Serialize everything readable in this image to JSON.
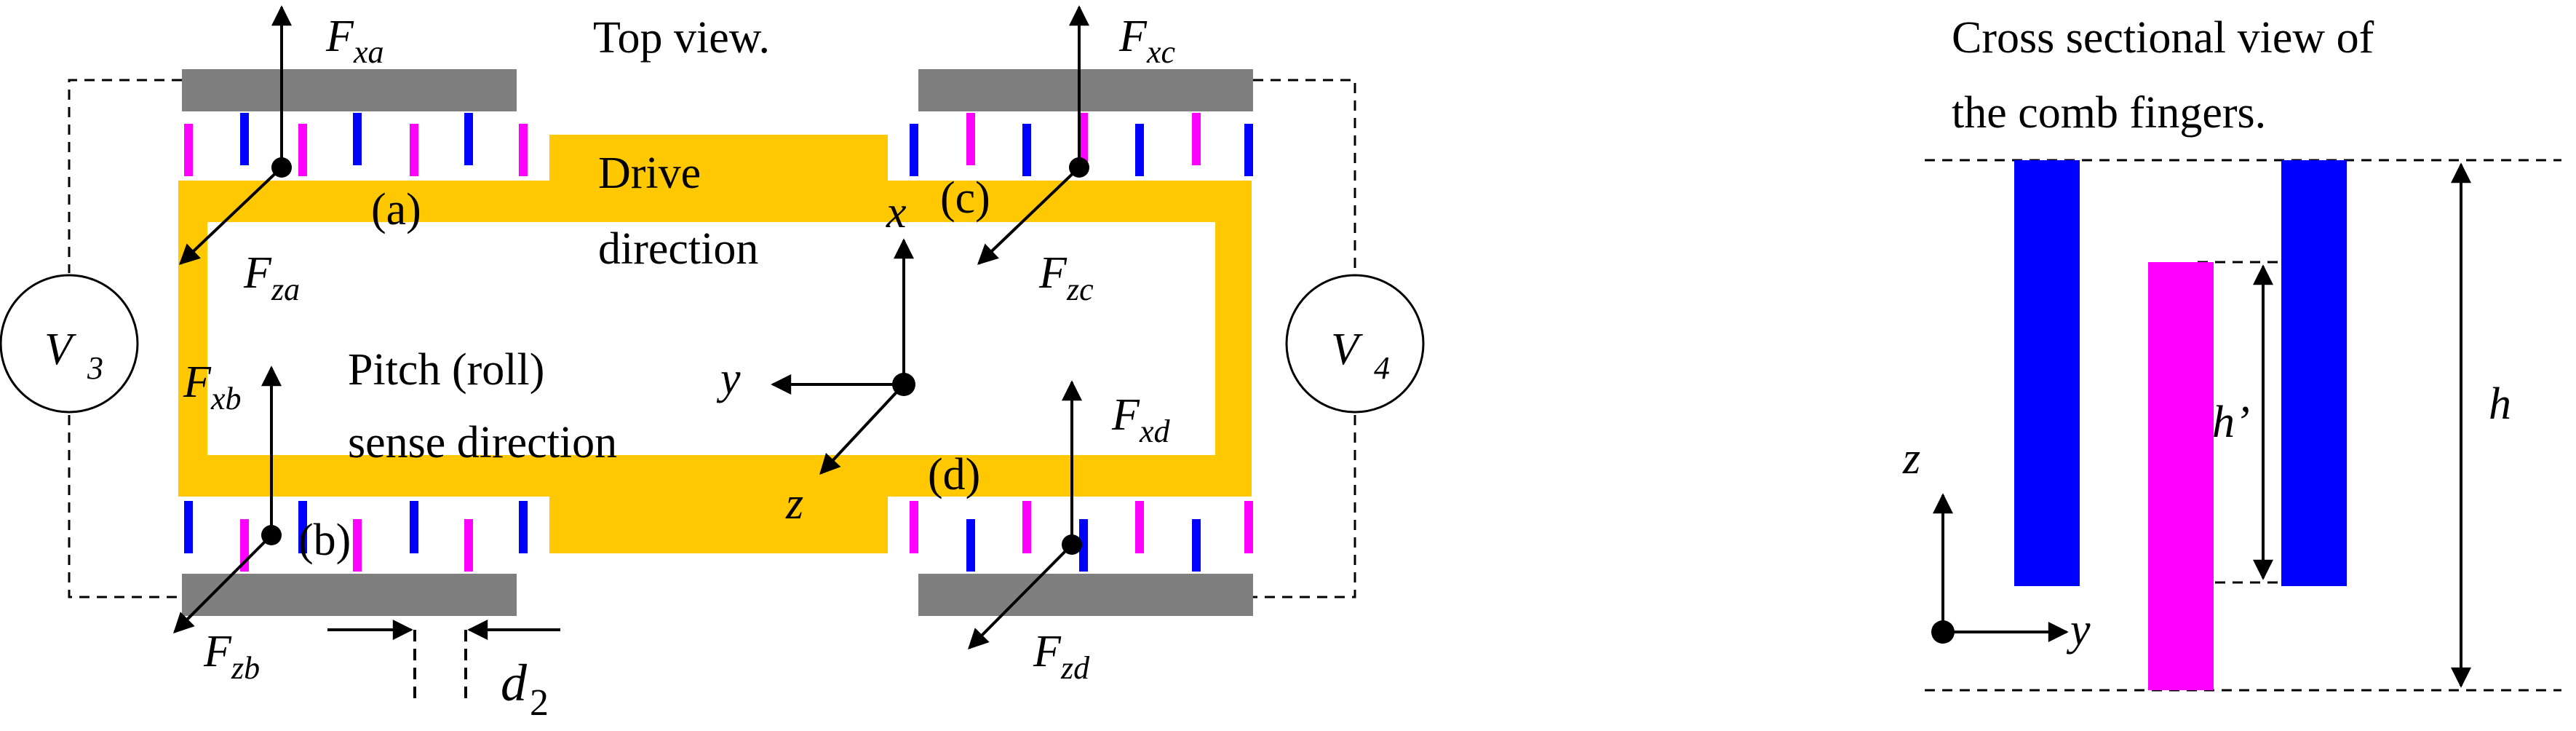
{
  "colors": {
    "frame": "#FFC800",
    "anchor": "#7F7F7F",
    "finger_blue": "#0000FF",
    "finger_magenta": "#FF00FF",
    "line": "#000000"
  },
  "top_view": {
    "title": "Top view.",
    "drive_label_1": "Drive",
    "drive_label_2": "direction",
    "pitch_label_1": "Pitch (roll)",
    "pitch_label_2": "sense direction",
    "point_a": "(a)",
    "point_b": "(b)",
    "point_c": "(c)",
    "point_d": "(d)",
    "axis_x": "x",
    "axis_y": "y",
    "axis_z": "z",
    "f": "F",
    "sub_xa": "xa",
    "sub_za": "za",
    "sub_xb": "xb",
    "sub_zb": "zb",
    "sub_xc": "xc",
    "sub_zc": "zc",
    "sub_xd": "xd",
    "sub_zd": "zd",
    "v": "V",
    "v3_sub": "3",
    "v4_sub": "4",
    "d": "d",
    "d_sub": "2"
  },
  "cross_section": {
    "title_1": "Cross sectional view of",
    "title_2": "the comb fingers.",
    "h_prime": "h’",
    "h": "h",
    "axis_z": "z",
    "axis_y": "y"
  }
}
